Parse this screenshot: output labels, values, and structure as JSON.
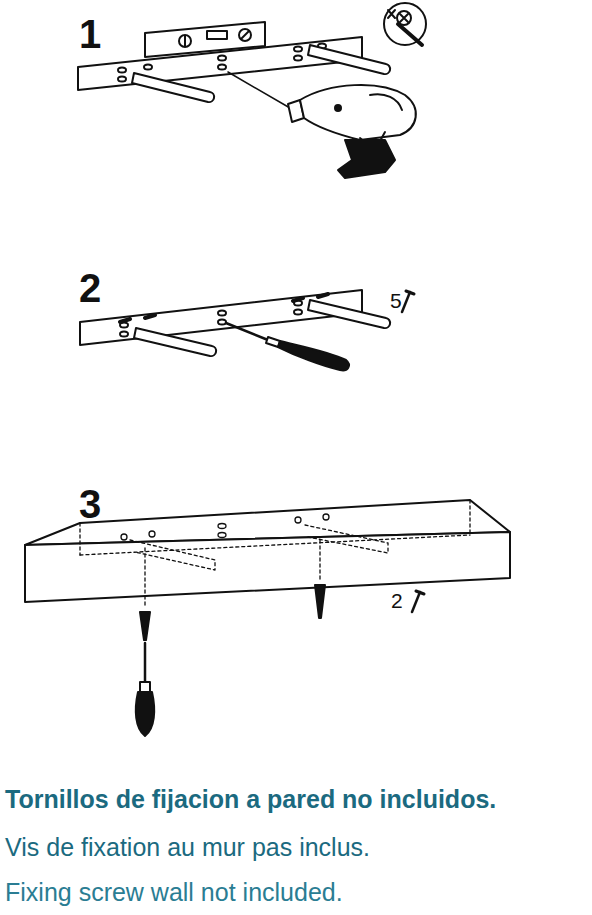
{
  "diagram": {
    "labels": [
      "1",
      "2",
      "5",
      "3",
      "2",
      "Tornillos de fijacion a pared no incluidos.",
      "Vis de fixation au mur pas inclus.",
      "Fixing screw wall not included."
    ]
  }
}
